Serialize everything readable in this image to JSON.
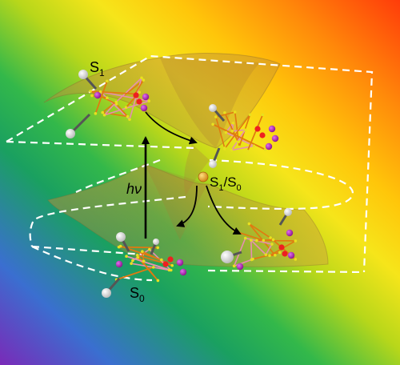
{
  "labels": {
    "s1": "S1",
    "s1_main": "S",
    "s1_sub": "1",
    "s0": "S0",
    "s0_main": "S",
    "s0_sub": "0",
    "ci": "S1/S0",
    "ci_main1": "S",
    "ci_sub1": "1",
    "ci_slash": "/S",
    "ci_sub2": "0",
    "excitation": "hν"
  },
  "colors": {
    "gradient_stops": [
      "#7a2ab8",
      "#3a6fd0",
      "#1aa060",
      "#33b84a",
      "#b8d71a",
      "#f6e51a",
      "#ffc60a",
      "#ff8a0a",
      "#ff3c0a"
    ],
    "surface_fill": "#b4883c",
    "surface_edge": "#8a6a30",
    "dash_stroke": "#ffffff",
    "arrow": "#000000",
    "ci_point": "#f0a020",
    "atom_white": "#ffffff",
    "atom_purple": "#b020c0",
    "atom_red": "#ee2020",
    "atom_yellow": "#e8e020",
    "bond_orange": "#e07a10",
    "bond_pink": "#e68fb0"
  },
  "icons": {
    "molecule": "ball-and-stick-molecule-icon",
    "ci_point": "conical-intersection-dot-icon"
  }
}
